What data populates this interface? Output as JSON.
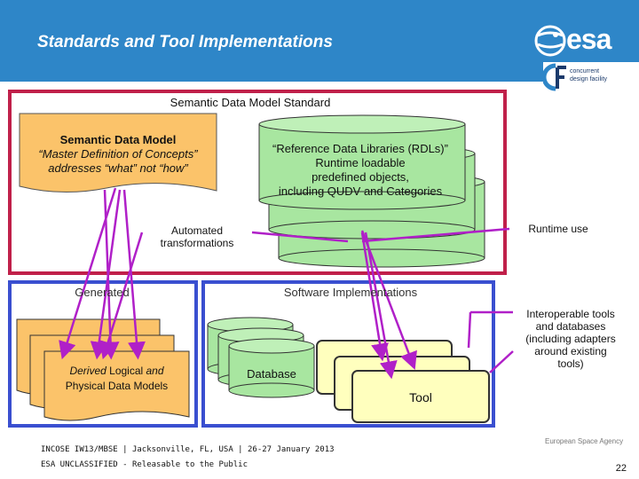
{
  "header": {
    "title": "Standards and Tool Implementations",
    "brand": "esa",
    "cdf_line1": "concurrent",
    "cdf_line2": "design facility"
  },
  "standard_box": {
    "title": "Semantic Data Model Standard",
    "model_note_title": "Semantic Data Model",
    "model_note_line1": "“Master Definition of Concepts”",
    "model_note_line2": "addresses “what” not “how”",
    "rdl_line1": "“Reference Data Libraries (RDLs)”",
    "rdl_line2": "Runtime loadable",
    "rdl_line3": "predefined objects,",
    "rdl_line4": "including QUDV and Categories",
    "automated_line1": "Automated",
    "automated_line2": "transformations",
    "runtime_use": "Runtime use"
  },
  "implementation": {
    "generated_label": "Generated",
    "software_label": "Software Implementations",
    "derived_part1": "Derived ",
    "derived_part2": "Logical",
    "derived_part3": " and",
    "derived_line2": "Physical Data Models",
    "database_label": "Database",
    "tool_label": "Tool",
    "interop_line1": "Interoperable tools",
    "interop_line2": "and databases",
    "interop_line3": "(including adapters",
    "interop_line4": "around existing",
    "interop_line5": "tools)"
  },
  "footer": {
    "conference": "INCOSE IW13/MBSE  | Jacksonville, FL, USA | 26-27 January 2013",
    "classification": "ESA UNCLASSIFIED - Releasable to the Public",
    "agency": "European Space Agency",
    "page_number": "22"
  },
  "colors": {
    "header_blue": "#2e86c8",
    "standard_border": "#c0204a",
    "impl_border": "#3a4fd0",
    "note_orange": "#fbc36a",
    "cylinder_green": "#a8e6a0",
    "tool_yellow": "#ffffbe",
    "arrow_magenta": "#b020c8"
  }
}
